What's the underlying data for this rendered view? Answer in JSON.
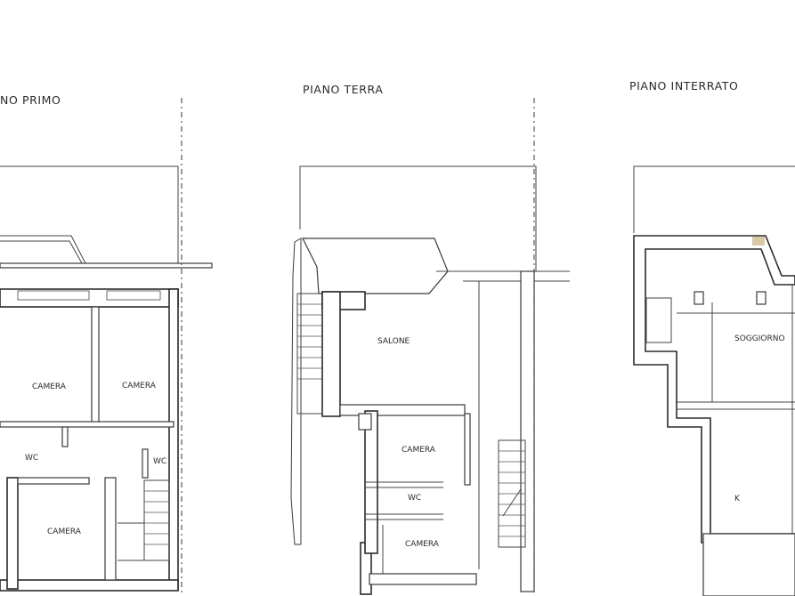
{
  "floors": [
    {
      "title": "NO PRIMO",
      "rooms": [
        "CAMERA",
        "CAMERA",
        "WC",
        "WC",
        "CAMERA"
      ]
    },
    {
      "title": "PIANO TERRA",
      "rooms": [
        "SALONE",
        "CAMERA",
        "WC",
        "CAMERA"
      ]
    },
    {
      "title": "PIANO INTERRATO",
      "rooms": [
        "SOGGIORNO",
        "K"
      ]
    }
  ]
}
